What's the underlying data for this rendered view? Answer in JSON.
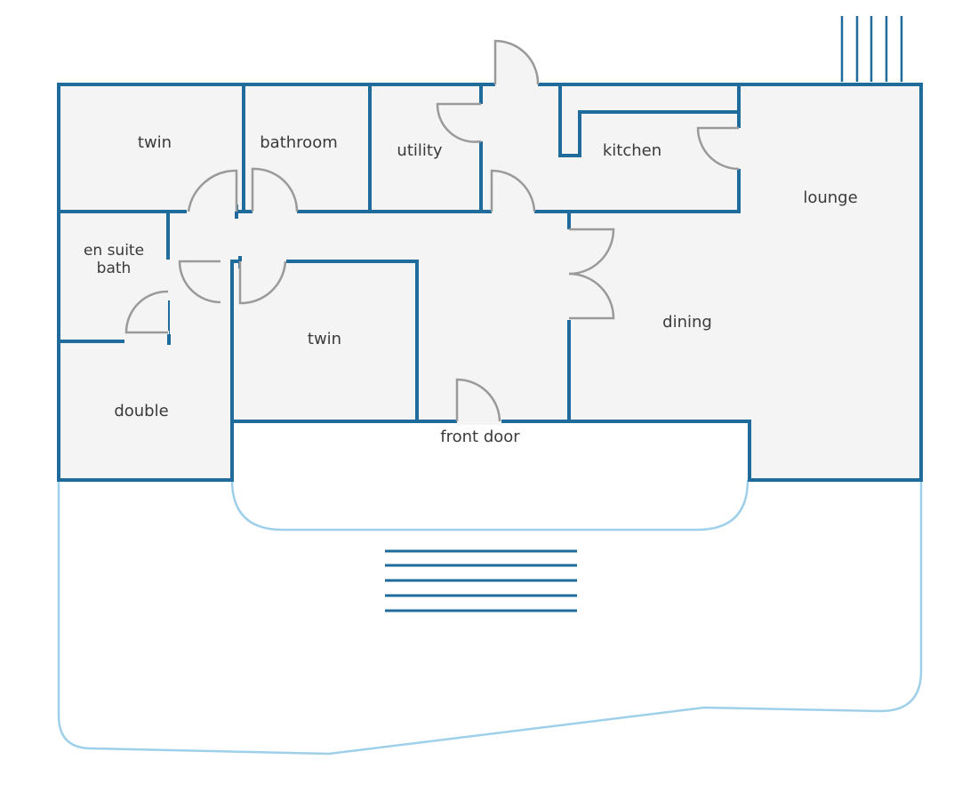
{
  "floor_plan": {
    "colors": {
      "background": "#ffffff",
      "floor_fill": "#f4f4f4",
      "wall": "#1f6c9c",
      "garden_outline": "#9fd0ea",
      "door": "#9a9a9a",
      "text": "#3a3a3a"
    },
    "rooms": {
      "twin_top": "twin",
      "bathroom": "bathroom",
      "utility": "utility",
      "kitchen": "kitchen",
      "lounge": "lounge",
      "en_suite_line1": "en suite",
      "en_suite_line2": "bath",
      "twin_middle": "twin",
      "dining": "dining",
      "double": "double",
      "front_door": "front door"
    }
  }
}
